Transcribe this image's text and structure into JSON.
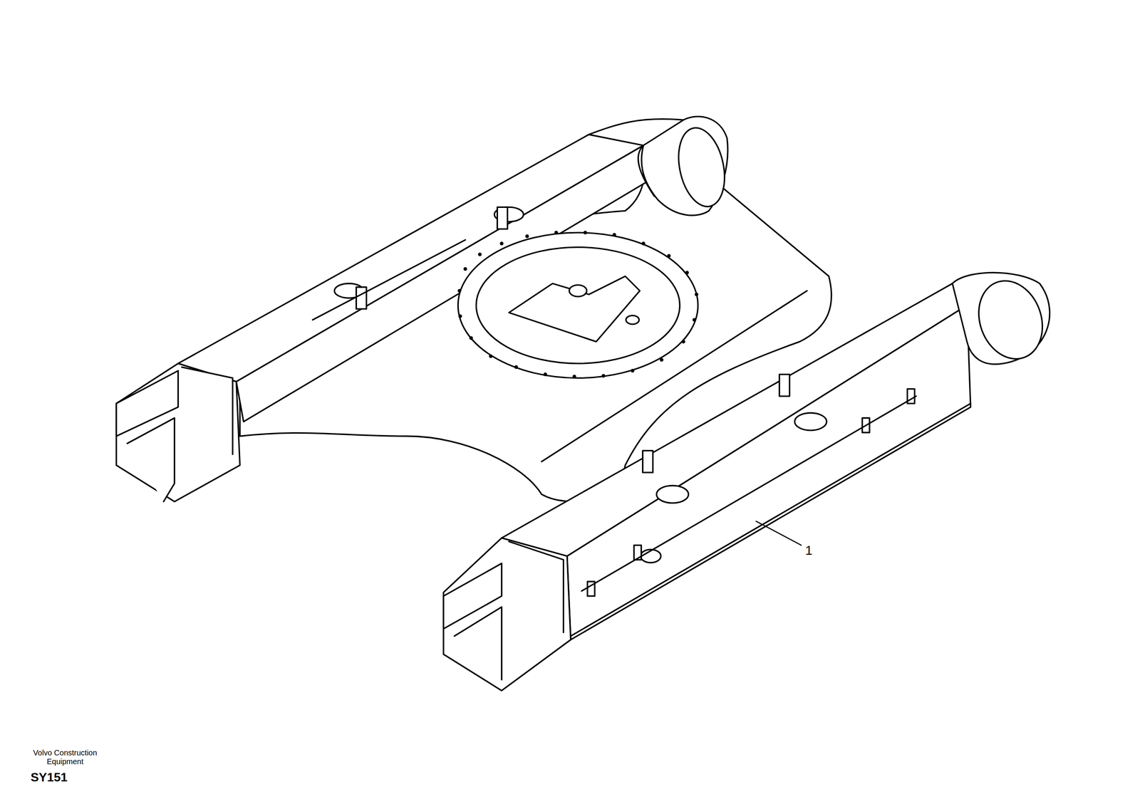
{
  "diagram": {
    "labels": [
      "1",
      "Volvo Construction Equipment",
      "SY151"
    ]
  }
}
